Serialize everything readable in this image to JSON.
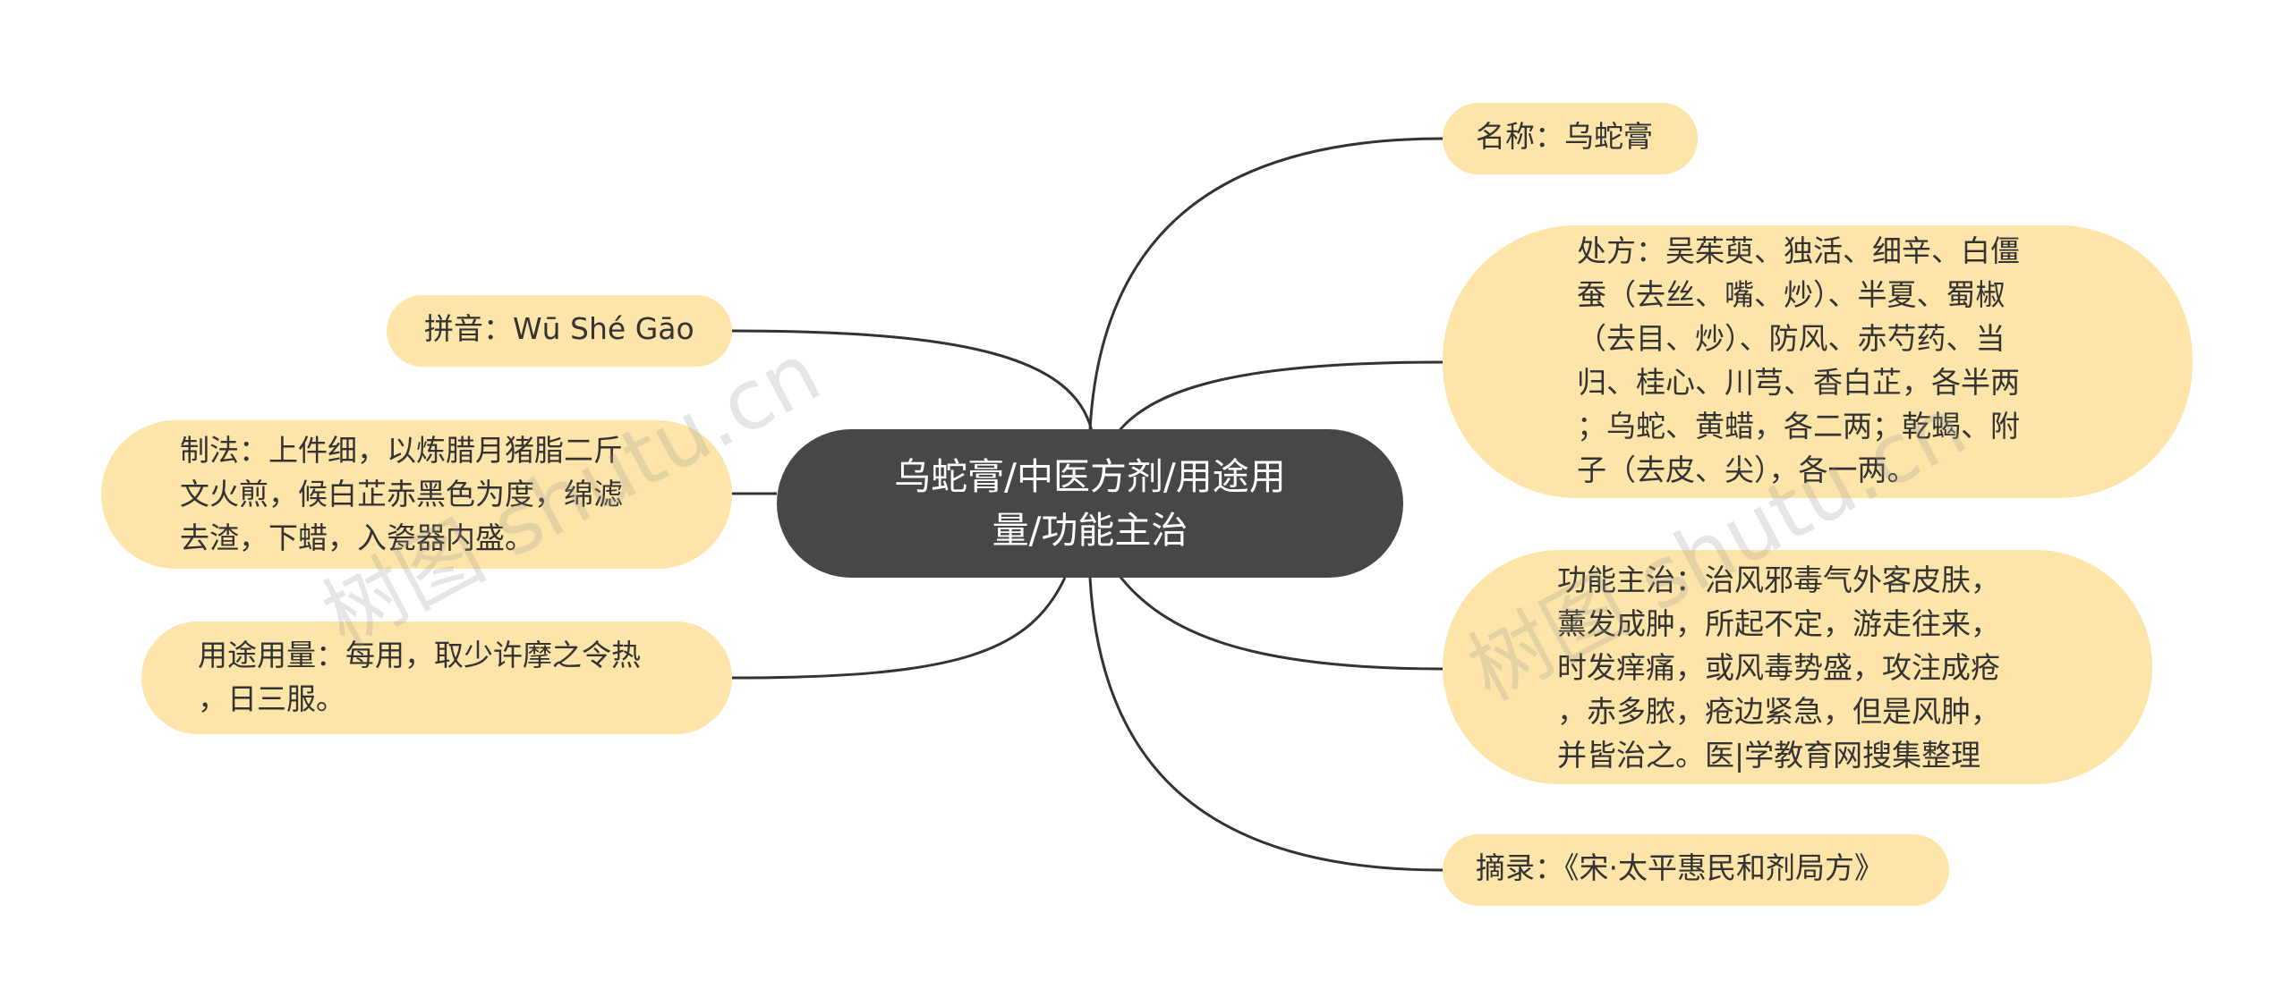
{
  "central": {
    "text": "乌蛇膏/中医方剂/用途用\n量/功能主治",
    "color": "#474747"
  },
  "nodes": {
    "name": "名称：乌蛇膏",
    "pinyin": "拼音：Wū Shé Gāo",
    "prescription": "处方：吴茱萸、独活、细辛、白僵\n蚕（去丝、嘴、炒）、半夏、蜀椒\n（去目、炒）、防风、赤芍药、当\n归、桂心、川芎、香白芷，各半两\n；乌蛇、黄蜡，各二两；乾蝎、附\n子（去皮、尖），各一两。",
    "preparation": "制法：上件细，以炼腊月猪脂二斤\n文火煎，候白芷赤黑色为度，绵滤\n去渣，下蜡，入瓷器内盛。",
    "function": "功能主治：治风邪毒气外客皮肤，\n薰发成肿，所起不定，游走往来，\n时发痒痛，或风毒势盛，攻注成疮\n，赤多脓，疮边紧急，但是风肿，\n并皆治之。医|学教育网搜集整理",
    "usage": "用途用量：每用，取少许摩之令热\n，日三服。",
    "source": "摘录：《宋·太平惠民和剂局方》"
  },
  "colors": {
    "node_fill": "#fde4a8",
    "link": "#333333"
  },
  "watermarks": [
    "树图 shutu.cn",
    "树图 shutu.cn"
  ]
}
